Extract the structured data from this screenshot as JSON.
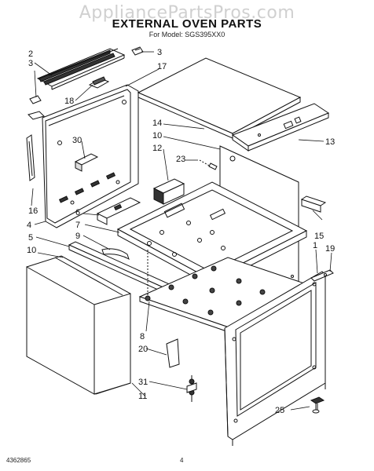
{
  "watermark": "AppliancePartsPros.com",
  "header": {
    "title": "EXTERNAL OVEN PARTS",
    "model_line": "For Model: SGS395XX0"
  },
  "footer": {
    "code": "4362865",
    "page": "4"
  },
  "labels": [
    {
      "id": "2",
      "text": "2"
    },
    {
      "id": "3a",
      "text": "3"
    },
    {
      "id": "3b",
      "text": "3"
    },
    {
      "id": "17",
      "text": "17"
    },
    {
      "id": "18",
      "text": "18"
    },
    {
      "id": "30",
      "text": "30"
    },
    {
      "id": "14",
      "text": "14"
    },
    {
      "id": "10a",
      "text": "10"
    },
    {
      "id": "12",
      "text": "12"
    },
    {
      "id": "13",
      "text": "13"
    },
    {
      "id": "23",
      "text": "23"
    },
    {
      "id": "16",
      "text": "16"
    },
    {
      "id": "6",
      "text": "6"
    },
    {
      "id": "7",
      "text": "7"
    },
    {
      "id": "4",
      "text": "4"
    },
    {
      "id": "5",
      "text": "5"
    },
    {
      "id": "9",
      "text": "9"
    },
    {
      "id": "15",
      "text": "15"
    },
    {
      "id": "10b",
      "text": "10"
    },
    {
      "id": "1",
      "text": "1"
    },
    {
      "id": "19",
      "text": "19"
    },
    {
      "id": "8",
      "text": "8"
    },
    {
      "id": "20",
      "text": "20"
    },
    {
      "id": "31",
      "text": "31"
    },
    {
      "id": "11",
      "text": "11"
    },
    {
      "id": "25",
      "text": "25"
    }
  ]
}
